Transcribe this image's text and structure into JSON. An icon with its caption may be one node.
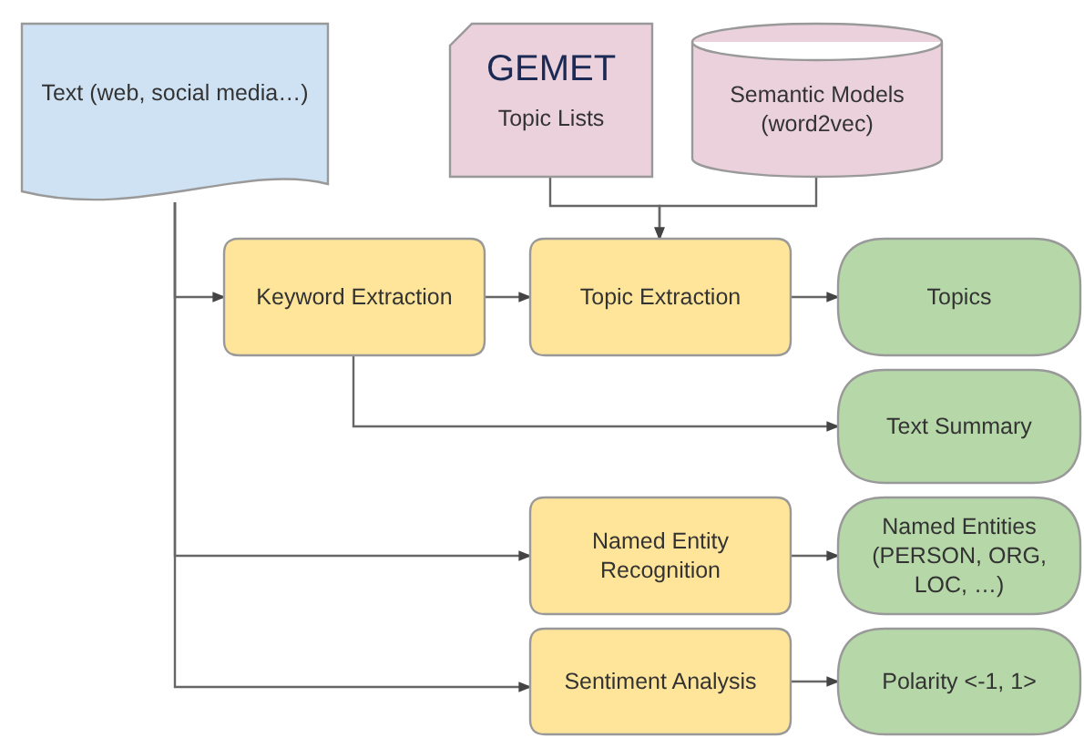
{
  "diagram": {
    "nodes": [
      {
        "text": [
          "Text (web, social media…)"
        ]
      },
      {
        "text": [
          "GEMET",
          "Topic Lists"
        ]
      },
      {
        "text": [
          "Semantic Models (word2vec)"
        ]
      },
      {
        "text": [
          "Keyword Extraction"
        ]
      },
      {
        "text": [
          "Topic Extraction"
        ]
      },
      {
        "text": [
          "Topics"
        ]
      },
      {
        "text": [
          "Text Summary"
        ]
      },
      {
        "text": [
          "Named Entity Recognition"
        ]
      },
      {
        "text": [
          "Named Entities (PERSON, ORG, LOC, …)"
        ]
      },
      {
        "text": [
          "Sentiment Analysis"
        ]
      },
      {
        "text": [
          "Polarity <-1, 1>"
        ]
      }
    ],
    "edges": [
      {
        "from": 0,
        "to": 3,
        "arrow": "to"
      },
      {
        "from": 0,
        "to": 7,
        "arrow": "to"
      },
      {
        "from": 0,
        "to": 9,
        "arrow": "to"
      },
      {
        "from": 3,
        "to": 4,
        "arrow": "to"
      },
      {
        "from": 4,
        "to": 5,
        "arrow": "to"
      },
      {
        "from": 3,
        "to": 6,
        "arrow": "to"
      },
      {
        "from": 1,
        "to": 4,
        "arrow": "to"
      },
      {
        "from": 2,
        "to": 4,
        "arrow": "to"
      },
      {
        "from": 7,
        "to": 8,
        "arrow": "to"
      },
      {
        "from": 9,
        "to": 10,
        "arrow": "to"
      }
    ]
  }
}
